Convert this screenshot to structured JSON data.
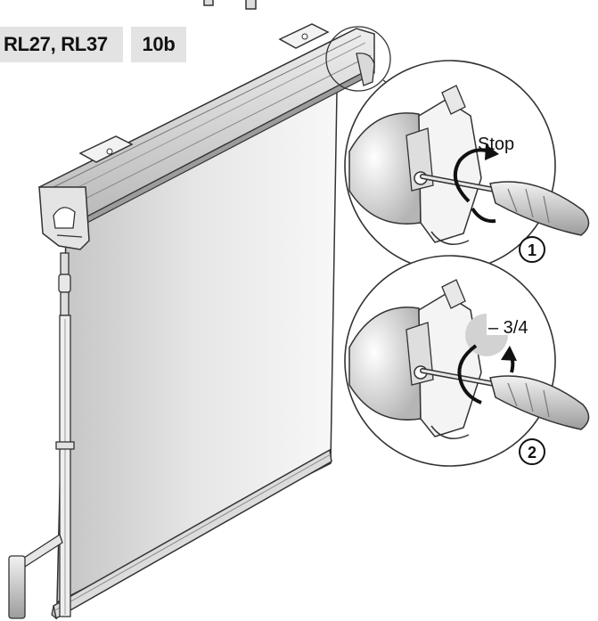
{
  "labels": {
    "model": "RL27, RL37",
    "figure": "10b"
  },
  "steps": [
    {
      "number": "1",
      "caption": "Stop"
    },
    {
      "number": "2",
      "caption": "– 3/4"
    }
  ],
  "icons": [
    "screwdriver-icon",
    "rotation-arrow-icon",
    "quarter-turn-icon"
  ]
}
